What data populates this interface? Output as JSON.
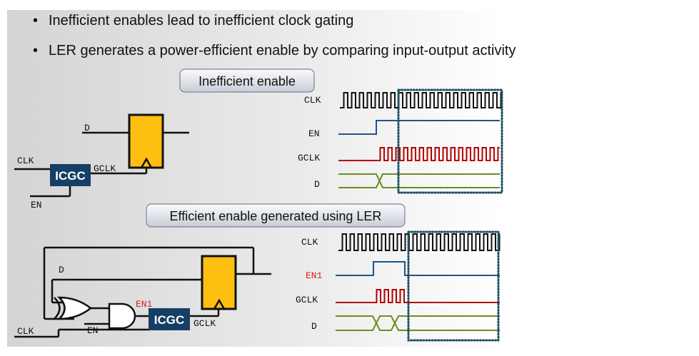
{
  "bullets": [
    {
      "marker": "•",
      "text": "Inefficient enables lead to inefficient clock gating"
    },
    {
      "marker": "•",
      "text": "LER generates a power-efficient enable by comparing input-output activity"
    }
  ],
  "top_section": {
    "title": "Inefficient enable",
    "circuit": {
      "d": "D",
      "clk": "CLK",
      "gclk": "GCLK",
      "en": "EN",
      "icgc": "ICGC"
    },
    "waveforms": {
      "clk": "CLK",
      "en": "EN",
      "gclk": "GCLK",
      "d": "D"
    }
  },
  "bottom_section": {
    "title": "Efficient enable generated using LER",
    "circuit": {
      "d": "D",
      "clk": "CLK",
      "gclk": "GCLK",
      "en": "EN",
      "en1": "EN1",
      "icgc": "ICGC"
    },
    "waveforms": {
      "clk": "CLK",
      "en1": "EN1",
      "gclk": "GCLK",
      "d": "D"
    }
  },
  "colors": {
    "icgc_fill": "#163f66",
    "flipflop_fill": "#ffbf10",
    "en_wave": "#1f5588",
    "gclk_wave": "#b40000",
    "d_wave": "#6b8c24",
    "en1_label": "#e02020",
    "dotted_box": "#1d4f62"
  }
}
